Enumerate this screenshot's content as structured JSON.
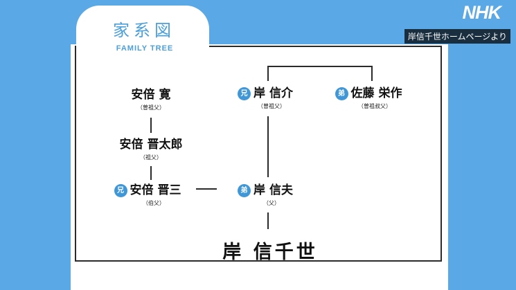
{
  "header": {
    "title": "家系図",
    "subtitle": "FAMILY TREE"
  },
  "broadcaster": {
    "logo": "NHK",
    "credit": "岸信千世ホームページより"
  },
  "colors": {
    "background": "#5aa9e6",
    "accent": "#4a9fdc",
    "badge": "#3f97d8"
  },
  "tree": {
    "kan": {
      "name": "安倍 寛",
      "role": "（曽祖父）"
    },
    "shintaro": {
      "name": "安倍 晋太郎",
      "role": "（祖父）"
    },
    "shinzo": {
      "badge": "兄",
      "name": "安倍 晋三",
      "role": "（伯父）"
    },
    "nobusuke": {
      "badge": "兄",
      "name": "岸 信介",
      "role": "（曽祖父）"
    },
    "eisaku": {
      "badge": "弟",
      "name": "佐藤 栄作",
      "role": "（曽祖叔父）"
    },
    "nobuo": {
      "badge": "弟",
      "name": "岸 信夫",
      "role": "（父）"
    },
    "nobuchiyo": {
      "name": "岸 信千世"
    }
  }
}
